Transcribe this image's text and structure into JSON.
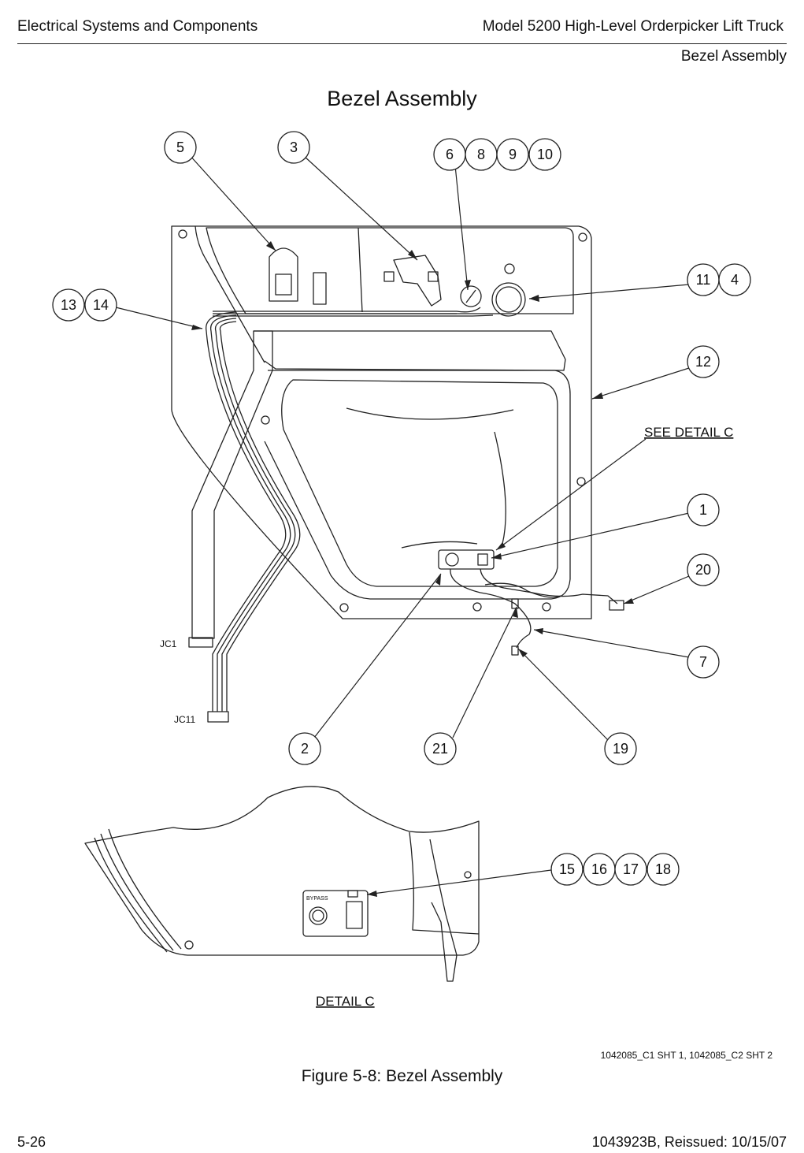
{
  "header": {
    "left": "Electrical Systems and Components",
    "right": "Model 5200 High-Level Orderpicker Lift Truck",
    "section": "Bezel Assembly"
  },
  "title": "Bezel Assembly",
  "callouts": [
    "5",
    "3",
    "6",
    "8",
    "9",
    "10",
    "11",
    "4",
    "13",
    "14",
    "12",
    "1",
    "20",
    "7",
    "2",
    "21",
    "19",
    "15",
    "16",
    "17",
    "18"
  ],
  "labels": {
    "see_detail": "SEE DETAIL C",
    "detail": "DETAIL C",
    "connector_jc1": "JC1",
    "connector_jc11": "JC11",
    "bypass": "BYPASS"
  },
  "drawing_number": "1042085_C1 SHT 1, 1042085_C2 SHT 2",
  "caption": "Figure 5-8:  Bezel Assembly",
  "footer": {
    "page": "5-26",
    "doc": "1043923B, Reissued: 10/15/07"
  }
}
